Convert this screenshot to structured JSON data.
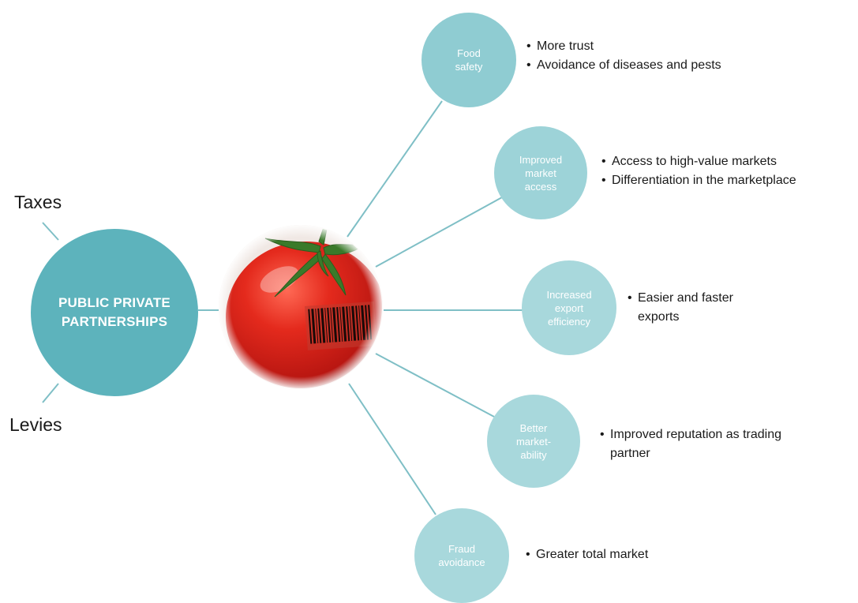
{
  "center": {
    "title": "PUBLIC PRIVATE\nPARTNERSHIPS",
    "color": "#5db3bc"
  },
  "funding": {
    "taxes": "Taxes",
    "levies": "Levies"
  },
  "image": {
    "subject": "tomato-with-barcode",
    "fruit_color": "#d8221a",
    "stem_color": "#3a7a2a"
  },
  "benefits": [
    {
      "label": "Food\nsafety",
      "color": "#8fccd2",
      "bullets": [
        "More trust",
        "Avoidance of diseases and pests"
      ]
    },
    {
      "label": "Improved\nmarket\naccess",
      "color": "#9dd3d8",
      "bullets": [
        "Access to high-value markets",
        "Differentiation in the marketplace"
      ]
    },
    {
      "label": "Increased\nexport\nefficiency",
      "color": "#a8d8dc",
      "bullets": [
        "Easier and faster exports"
      ]
    },
    {
      "label": "Better\nmarket-\nability",
      "color": "#a8d8dc",
      "bullets": [
        "Improved reputation as trading partner"
      ]
    },
    {
      "label": "Fraud\navoidance",
      "color": "#a8d8dc",
      "bullets": [
        "Greater total market"
      ]
    }
  ],
  "connector_color": "#7fbfc6"
}
